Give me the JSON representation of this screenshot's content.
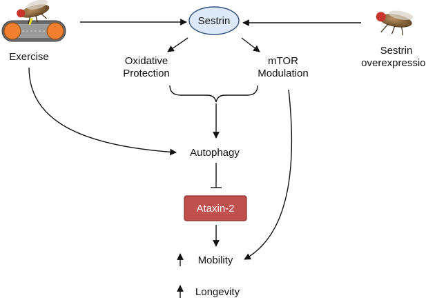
{
  "nodes": {
    "sestrin": "Sestrin",
    "exercise": "Exercise",
    "sestrin_overexpression": [
      "Sestrin",
      "overexpression"
    ],
    "oxidative_protection": [
      "Oxidative",
      "Protection"
    ],
    "mtor_modulation": [
      "mTOR",
      "Modulation"
    ],
    "autophagy": "Autophagy",
    "ataxin2": "Ataxin-2",
    "mobility": "Mobility",
    "longevity": "Longevity"
  },
  "colors": {
    "sestrin_fill": "#dde9f8",
    "sestrin_stroke": "#2f4f7f",
    "ataxin_fill": "#c0504d",
    "ataxin_stroke": "#8e2f2c",
    "treadmill_roller": "#f08030",
    "treadmill_belt": "#6b6b6b",
    "fly_body": "#8a6a3a",
    "fly_eye": "#c8352c"
  },
  "icons": {
    "exercise": "fly-on-treadmill-icon",
    "overexpression": "fruit-fly-icon",
    "increase": "up-arrow-icon"
  }
}
